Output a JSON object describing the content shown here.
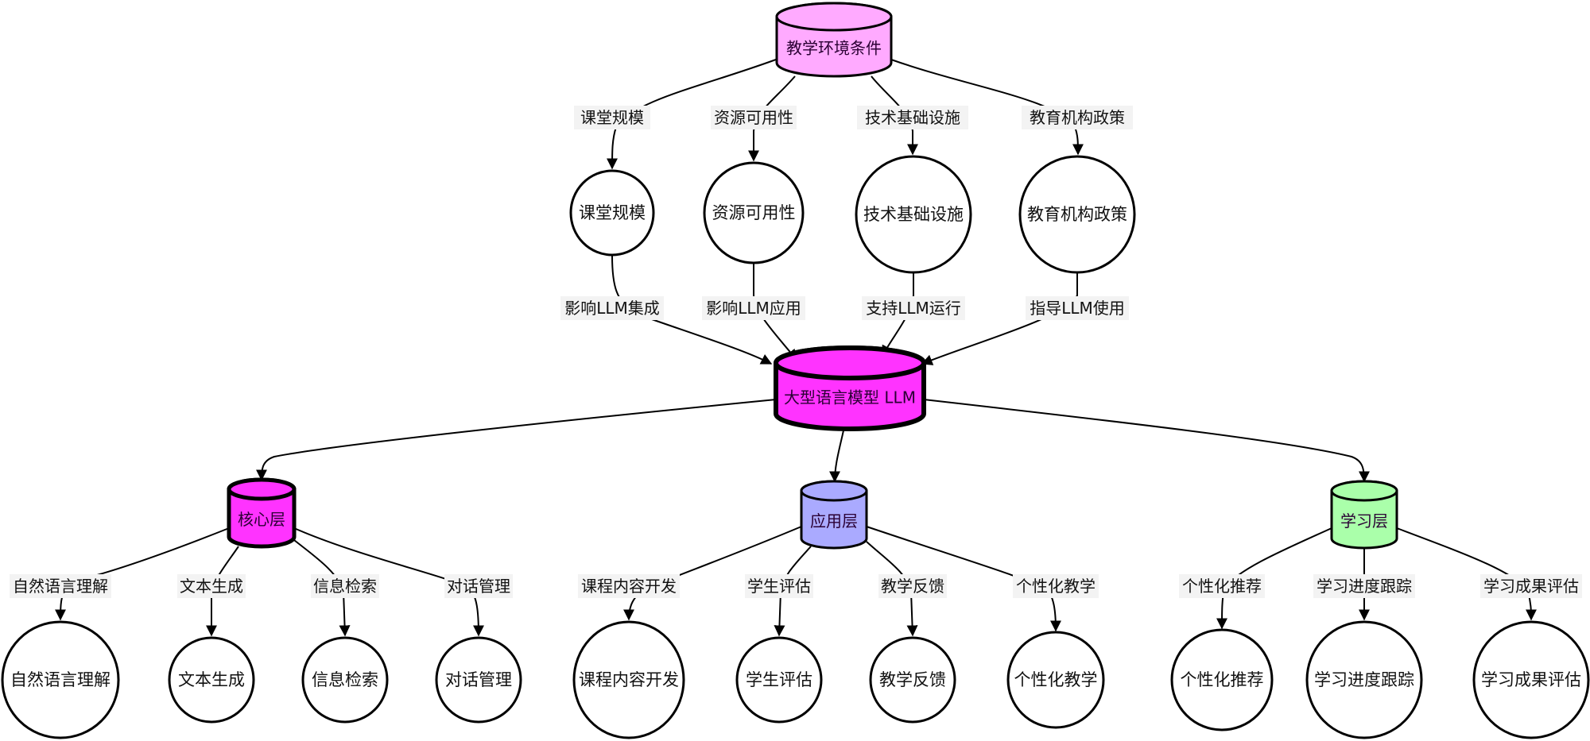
{
  "diagram": {
    "type": "hierarchical-flowchart",
    "colors": {
      "environment": "#ffaaff",
      "llm": "#ff33ff",
      "core": "#ff33ff",
      "application": "#aaaaff",
      "learning": "#aaffaa",
      "stroke": "#000000",
      "label_background": "#f3f3f3"
    },
    "nodes": {
      "env": {
        "label": "教学环境条件",
        "shape": "cylinder",
        "color_key": "environment"
      },
      "classroom": {
        "label": "课堂规模",
        "shape": "circle"
      },
      "resources": {
        "label": "资源可用性",
        "shape": "circle"
      },
      "infra": {
        "label": "技术基础设施",
        "shape": "circle"
      },
      "policy": {
        "label": "教育机构政策",
        "shape": "circle"
      },
      "llm": {
        "label": "大型语言模型 LLM",
        "shape": "cylinder",
        "color_key": "llm"
      },
      "core": {
        "label": "核心层",
        "shape": "cylinder",
        "color_key": "core"
      },
      "app": {
        "label": "应用层",
        "shape": "cylinder",
        "color_key": "application"
      },
      "learn": {
        "label": "学习层",
        "shape": "cylinder",
        "color_key": "learning"
      },
      "nlu": {
        "label": "自然语言理解",
        "shape": "circle"
      },
      "textgen": {
        "label": "文本生成",
        "shape": "circle"
      },
      "retrieval": {
        "label": "信息检索",
        "shape": "circle"
      },
      "dialog": {
        "label": "对话管理",
        "shape": "circle"
      },
      "course": {
        "label": "课程内容开发",
        "shape": "circle"
      },
      "assess": {
        "label": "学生评估",
        "shape": "circle"
      },
      "feedback": {
        "label": "教学反馈",
        "shape": "circle"
      },
      "personal_teach": {
        "label": "个性化教学",
        "shape": "circle"
      },
      "recommend": {
        "label": "个性化推荐",
        "shape": "circle"
      },
      "progress": {
        "label": "学习进度跟踪",
        "shape": "circle"
      },
      "outcome": {
        "label": "学习成果评估",
        "shape": "circle"
      }
    },
    "edges": [
      {
        "from": "env",
        "to": "classroom",
        "label": "课堂规模"
      },
      {
        "from": "env",
        "to": "resources",
        "label": "资源可用性"
      },
      {
        "from": "env",
        "to": "infra",
        "label": "技术基础设施"
      },
      {
        "from": "env",
        "to": "policy",
        "label": "教育机构政策"
      },
      {
        "from": "classroom",
        "to": "llm",
        "label": "影响LLM集成"
      },
      {
        "from": "resources",
        "to": "llm",
        "label": "影响LLM应用"
      },
      {
        "from": "infra",
        "to": "llm",
        "label": "支持LLM运行"
      },
      {
        "from": "policy",
        "to": "llm",
        "label": "指导LLM使用"
      },
      {
        "from": "llm",
        "to": "core",
        "label": ""
      },
      {
        "from": "llm",
        "to": "app",
        "label": ""
      },
      {
        "from": "llm",
        "to": "learn",
        "label": ""
      },
      {
        "from": "core",
        "to": "nlu",
        "label": "自然语言理解"
      },
      {
        "from": "core",
        "to": "textgen",
        "label": "文本生成"
      },
      {
        "from": "core",
        "to": "retrieval",
        "label": "信息检索"
      },
      {
        "from": "core",
        "to": "dialog",
        "label": "对话管理"
      },
      {
        "from": "app",
        "to": "course",
        "label": "课程内容开发"
      },
      {
        "from": "app",
        "to": "assess",
        "label": "学生评估"
      },
      {
        "from": "app",
        "to": "feedback",
        "label": "教学反馈"
      },
      {
        "from": "app",
        "to": "personal_teach",
        "label": "个性化教学"
      },
      {
        "from": "learn",
        "to": "recommend",
        "label": "个性化推荐"
      },
      {
        "from": "learn",
        "to": "progress",
        "label": "学习进度跟踪"
      },
      {
        "from": "learn",
        "to": "outcome",
        "label": "学习成果评估"
      }
    ]
  }
}
